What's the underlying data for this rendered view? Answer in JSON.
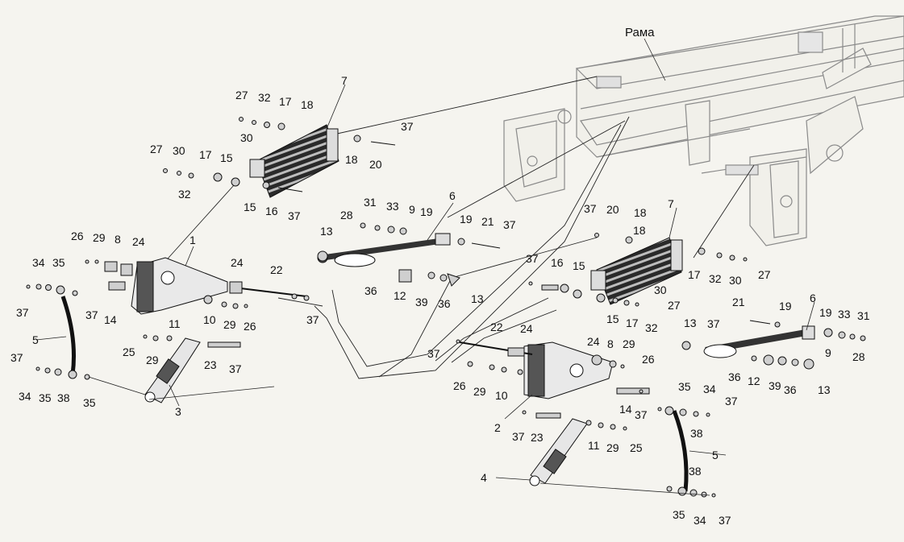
{
  "frame_label": "Рама",
  "colors": {
    "background": "#f5f4ef",
    "line": "#222222",
    "frame": "#8a8a8a",
    "dark": "#111111"
  },
  "labels": [
    {
      "text": "27"
    },
    {
      "text": "32"
    },
    {
      "text": "17"
    },
    {
      "text": "18"
    },
    {
      "text": "7"
    },
    {
      "text": "30"
    },
    {
      "text": "37"
    },
    {
      "text": "18"
    },
    {
      "text": "20"
    },
    {
      "text": "27"
    },
    {
      "text": "30"
    },
    {
      "text": "17"
    },
    {
      "text": "15"
    },
    {
      "text": "32"
    },
    {
      "text": "15"
    },
    {
      "text": "16"
    },
    {
      "text": "37"
    },
    {
      "text": "6"
    },
    {
      "text": "31"
    },
    {
      "text": "33"
    },
    {
      "text": "9"
    },
    {
      "text": "19"
    },
    {
      "text": "28"
    },
    {
      "text": "13"
    },
    {
      "text": "19"
    },
    {
      "text": "21"
    },
    {
      "text": "37"
    },
    {
      "text": "37"
    },
    {
      "text": "20"
    },
    {
      "text": "18"
    },
    {
      "text": "7"
    },
    {
      "text": "26"
    },
    {
      "text": "29"
    },
    {
      "text": "8"
    },
    {
      "text": "24"
    },
    {
      "text": "1"
    },
    {
      "text": "34"
    },
    {
      "text": "35"
    },
    {
      "text": "24"
    },
    {
      "text": "22"
    },
    {
      "text": "37"
    },
    {
      "text": "37"
    },
    {
      "text": "14"
    },
    {
      "text": "10"
    },
    {
      "text": "29"
    },
    {
      "text": "26"
    },
    {
      "text": "37"
    },
    {
      "text": "36"
    },
    {
      "text": "12"
    },
    {
      "text": "39"
    },
    {
      "text": "36"
    },
    {
      "text": "13"
    },
    {
      "text": "37"
    },
    {
      "text": "16"
    },
    {
      "text": "15"
    },
    {
      "text": "18"
    },
    {
      "text": "17"
    },
    {
      "text": "32"
    },
    {
      "text": "30"
    },
    {
      "text": "27"
    },
    {
      "text": "30"
    },
    {
      "text": "15"
    },
    {
      "text": "17"
    },
    {
      "text": "32"
    },
    {
      "text": "27"
    },
    {
      "text": "6"
    },
    {
      "text": "21"
    },
    {
      "text": "19"
    },
    {
      "text": "37"
    },
    {
      "text": "19"
    },
    {
      "text": "33"
    },
    {
      "text": "31"
    },
    {
      "text": "13"
    },
    {
      "text": "9"
    },
    {
      "text": "28"
    },
    {
      "text": "5"
    },
    {
      "text": "11"
    },
    {
      "text": "25"
    },
    {
      "text": "29"
    },
    {
      "text": "23"
    },
    {
      "text": "37"
    },
    {
      "text": "37"
    },
    {
      "text": "34"
    },
    {
      "text": "35"
    },
    {
      "text": "38"
    },
    {
      "text": "35"
    },
    {
      "text": "3"
    },
    {
      "text": "22"
    },
    {
      "text": "24"
    },
    {
      "text": "37"
    },
    {
      "text": "24"
    },
    {
      "text": "8"
    },
    {
      "text": "29"
    },
    {
      "text": "26"
    },
    {
      "text": "36"
    },
    {
      "text": "12"
    },
    {
      "text": "39"
    },
    {
      "text": "36"
    },
    {
      "text": "13"
    },
    {
      "text": "26"
    },
    {
      "text": "29"
    },
    {
      "text": "10"
    },
    {
      "text": "14"
    },
    {
      "text": "37"
    },
    {
      "text": "35"
    },
    {
      "text": "34"
    },
    {
      "text": "37"
    },
    {
      "text": "38"
    },
    {
      "text": "2"
    },
    {
      "text": "37"
    },
    {
      "text": "23"
    },
    {
      "text": "11"
    },
    {
      "text": "29"
    },
    {
      "text": "25"
    },
    {
      "text": "5"
    },
    {
      "text": "38"
    },
    {
      "text": "4"
    },
    {
      "text": "35"
    },
    {
      "text": "34"
    },
    {
      "text": "37"
    }
  ]
}
